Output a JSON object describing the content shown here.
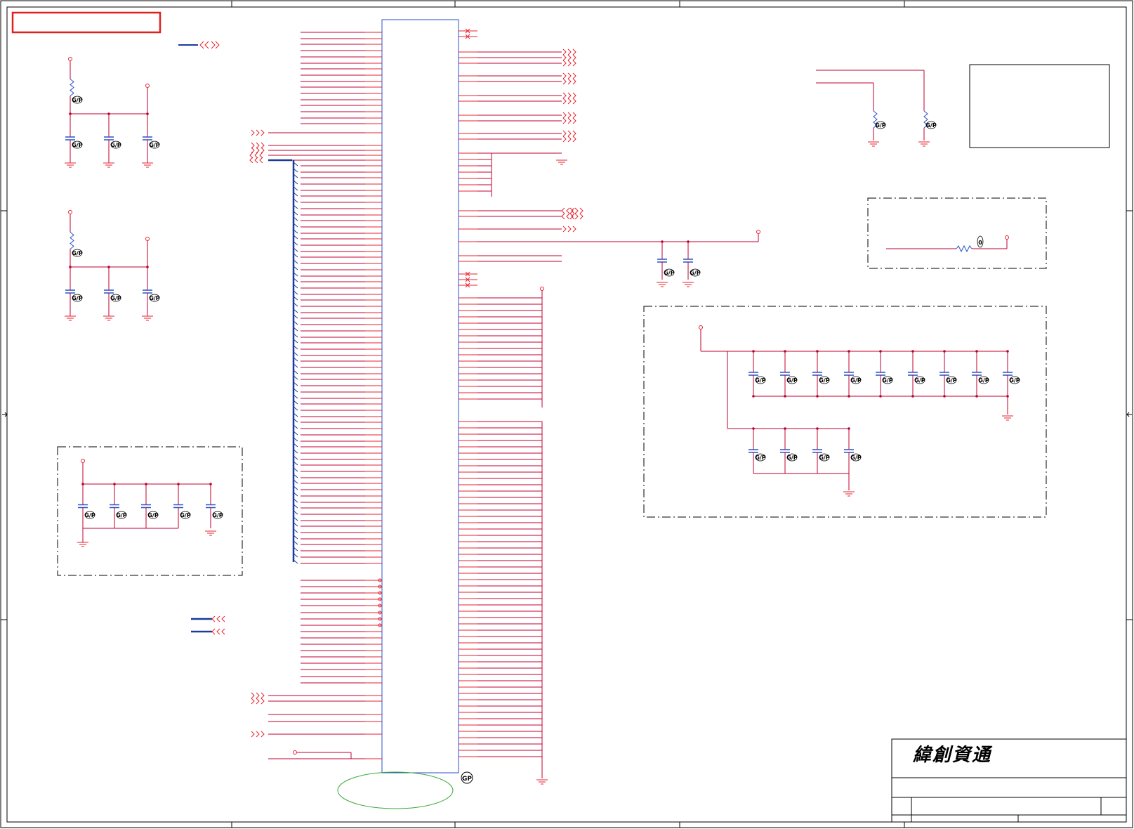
{
  "title_block": {
    "company": "緯創資通"
  },
  "labels": {
    "gp_mark": "GP",
    "cap_tag": "G/P",
    "ind_tag": "0"
  },
  "colors": {
    "wire": "#c00030",
    "pin": "#e8222e",
    "bus": "#1a3a9e",
    "part": "#2b50c8",
    "frame": "#000000",
    "highlight": "#e02020",
    "outline": "#3aa83a"
  }
}
